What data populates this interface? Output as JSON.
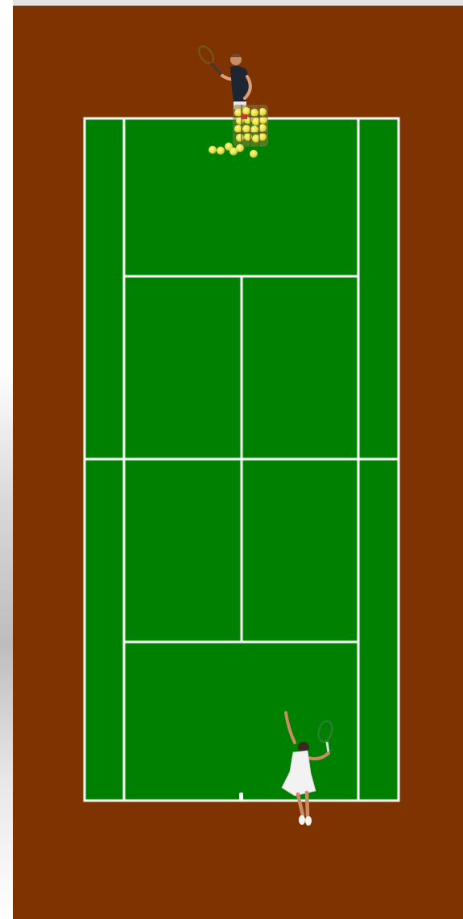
{
  "scene": {
    "type": "tennis-court-top-view",
    "surround_color": "#7f3300",
    "court_color": "#008000",
    "line_color": "#ffffff",
    "players": [
      {
        "id": "coach",
        "position": "top-baseline",
        "shirt": "#1f2633",
        "shorts": "#e8e8e8"
      },
      {
        "id": "player",
        "position": "bottom-baseline",
        "outfit": "#f2f2f2",
        "action": "serving"
      }
    ],
    "ball_basket": {
      "ball_color": "#e6e03a",
      "basket_color": "#8a7a3a"
    }
  }
}
